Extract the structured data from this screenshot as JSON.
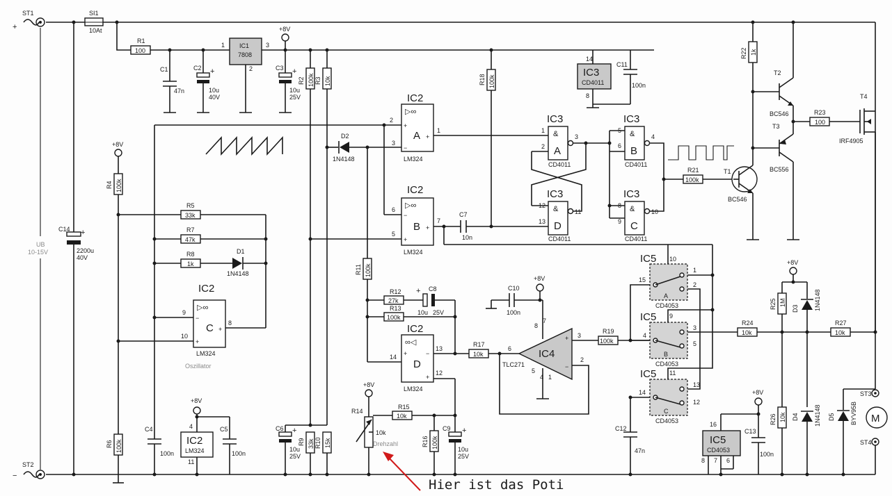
{
  "connectors": {
    "st1": "ST1",
    "st2": "ST2",
    "st3": "ST3",
    "st4": "ST4",
    "plus": "+",
    "minus": "−",
    "ub": "UB",
    "ub_range": "10-15V",
    "motor": "M"
  },
  "supply": {
    "v8": "+8V"
  },
  "components": {
    "si1": "SI1",
    "si1_val": "10At",
    "r1": "R1",
    "r1_val": "100",
    "ic1": "IC1",
    "ic1_type": "7808",
    "c1": "C1",
    "c1_val": "47n",
    "c2": "C2",
    "c2_val1": "10u",
    "c2_val2": "40V",
    "c3": "C3",
    "c3_val1": "10u",
    "c3_val2": "25V",
    "r2": "R2",
    "r2_val": "100k",
    "r3": "R3",
    "r3_val": "10k",
    "r4": "R4",
    "r4_val": "100k",
    "r5": "R5",
    "r5_val": "33k",
    "r6": "R6",
    "r6_val": "100k",
    "r7": "R7",
    "r7_val": "47k",
    "r8": "R8",
    "r8_val": "1k",
    "d1": "D1",
    "d1_val": "1N4148",
    "d2": "D2",
    "d2_val": "1N4148",
    "c4": "C4",
    "c4_val": "100n",
    "c5": "C5",
    "c5_val": "100n",
    "c6": "C6",
    "c6_val1": "10u",
    "c6_val2": "25V",
    "r9": "R9",
    "r9_val": "33k",
    "r10": "R10",
    "r10_val": "15k",
    "c14": "C14",
    "c14_val1": "2200u",
    "c14_val2": "40V",
    "r18": "R18",
    "r18_val": "100k",
    "c7": "C7",
    "c7_val": "10n",
    "c11": "C11",
    "c11_val": "100n",
    "r11": "R11",
    "r11_val": "100k",
    "r12": "R12",
    "r12_val": "27k",
    "r13": "R13",
    "r13_val": "100k",
    "c8": "C8",
    "c8_val1": "10u",
    "c8_val2": "25V",
    "r14": "R14",
    "r14_val": "10k",
    "r14_name": "Drehzahl",
    "r15": "R15",
    "r15_val": "10k",
    "r16": "R16",
    "r16_val": "100k",
    "r17": "R17",
    "r17_val": "10k",
    "c9": "C9",
    "c9_val1": "10u",
    "c9_val2": "25V",
    "c10": "C10",
    "c10_val": "100n",
    "ic4": "IC4",
    "ic4_type": "TLC271",
    "r19": "R19",
    "r19_val": "100k",
    "c12": "C12",
    "c12_val": "47n",
    "c13": "C13",
    "c13_val": "100n",
    "r21": "R21",
    "r21_val": "100k",
    "r22": "R22",
    "r22_val": "1k",
    "r23": "R23",
    "r23_val": "100",
    "r24": "R24",
    "r24_val": "10k",
    "r25": "R25",
    "r25_val": "1M",
    "r26": "R26",
    "r26_val": "10k",
    "r27": "R27",
    "r27_val": "10k",
    "d3": "D3",
    "d3_val": "1N4148",
    "d4": "D4",
    "d4_val": "1N4148",
    "d5": "D5",
    "d5_val": "BYV95B",
    "t1": "T1",
    "t1_type": "BC546",
    "t2": "T2",
    "t2_type": "BC546",
    "t3": "T3",
    "t3_type": "BC556",
    "t4": "T4",
    "t4_type": "IRF4905"
  },
  "ics": {
    "ic2": "IC2",
    "lm324": "LM324",
    "oszillator": "Oszillator",
    "ic3": "IC3",
    "cd4011": "CD4011",
    "ic5": "IC5",
    "cd4053": "CD4053",
    "amp": "▷∞",
    "amp_rev": "∞◁",
    "nand": "&",
    "A": "A",
    "B": "B",
    "C": "C",
    "D": "D"
  },
  "pins": {
    "p1": "1",
    "p2": "2",
    "p3": "3",
    "p4": "4",
    "p5": "5",
    "p6": "6",
    "p7": "7",
    "p8": "8",
    "p9": "9",
    "p10": "10",
    "p11": "11",
    "p12": "12",
    "p13": "13",
    "p14": "14",
    "p15": "15",
    "p16": "16"
  },
  "annotation": {
    "text": "Hier ist das Poti"
  }
}
